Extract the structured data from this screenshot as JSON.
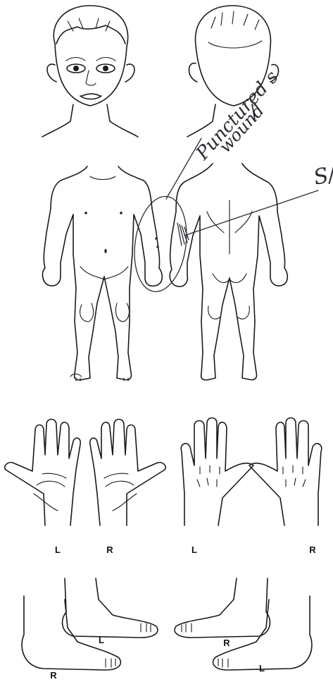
{
  "annotations": {
    "wound_note_line1": "Punctured s",
    "wound_note_line2": "wound",
    "scar_note": "S/"
  },
  "hand_labels": {
    "palms_left": "L",
    "palms_right": "R",
    "backs_left": "L",
    "backs_right": "R"
  },
  "foot_labels": {
    "left_pair_back": "L",
    "left_pair_front": "R",
    "right_pair_back": "R",
    "right_pair_front": "L"
  },
  "colors": {
    "ink": "#1a1a1a",
    "pen": "#2b2b33",
    "paper": "#ffffff"
  }
}
